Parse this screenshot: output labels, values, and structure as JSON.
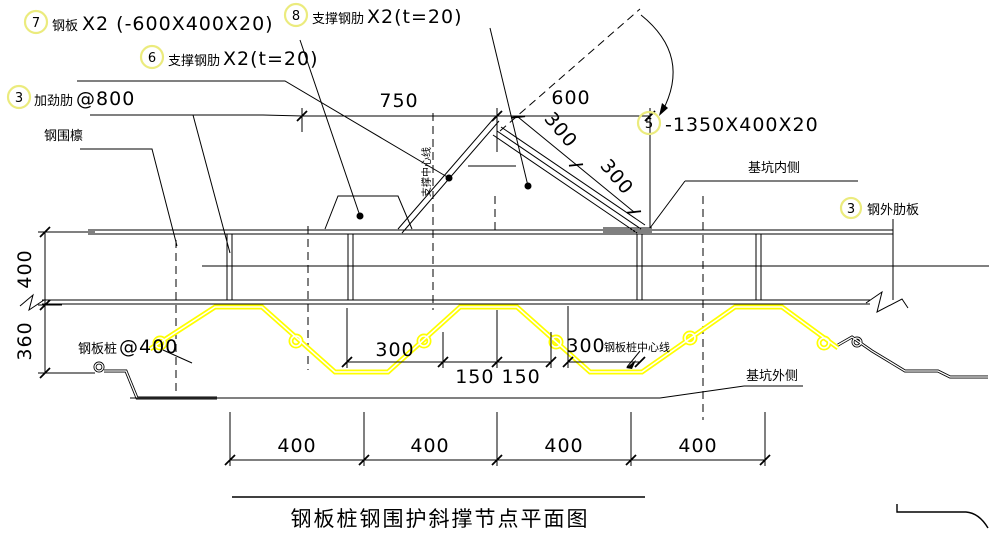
{
  "drawing": {
    "title": "钢板桩钢围护斜撑节点平面图",
    "callouts": {
      "c7": {
        "num": "7",
        "label": "钢板",
        "spec": "X2 (-600X400X20)"
      },
      "c8": {
        "num": "8",
        "label": "支撑钢肋",
        "spec": "X2(t=20)"
      },
      "c6": {
        "num": "6",
        "label": "支撑钢肋",
        "spec": "X2(t=20)"
      },
      "c3": {
        "num": "3",
        "label": "加劲肋",
        "spec": "@800"
      },
      "c5": {
        "num": "5",
        "label": "",
        "spec": "-1350X400X20"
      },
      "c3b": {
        "num": "3",
        "label": "钢外肋板",
        "spec": ""
      }
    },
    "labels": {
      "wale": "钢围檩",
      "pit_inner": "基坑内侧",
      "pit_outer": "基坑外侧",
      "pile_spacing_label": "钢板桩",
      "pile_spacing_spec": "@400",
      "pile_centerline": "钢板桩中心线",
      "brace_centerline": "支撑中心线"
    },
    "dims": {
      "top_750": "750",
      "top_600": "600",
      "diag_300a": "300",
      "diag_300b": "300",
      "left_400": "400",
      "left_360": "360",
      "mid_300a": "300",
      "mid_150": "150 150",
      "mid_300b": "300",
      "bottom": [
        "400",
        "400",
        "400",
        "400"
      ]
    },
    "colors": {
      "line": "#000000",
      "pile_highlight": "#ffff00",
      "badge_ring": "#ebeb7d"
    }
  }
}
